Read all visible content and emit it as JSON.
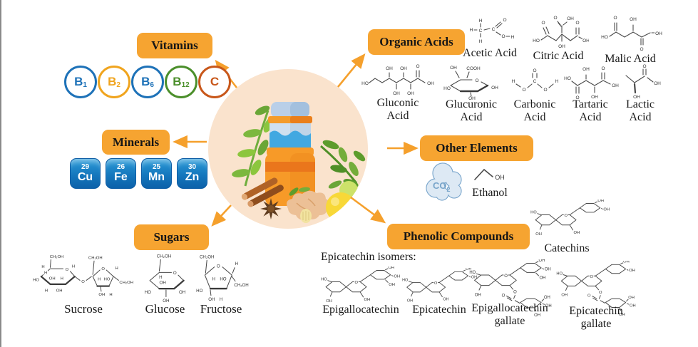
{
  "colors": {
    "category_box": "#f6a431",
    "arrow": "#f5a02c",
    "center_circle": "#fae3cd",
    "mineral_blue": "#1577bd",
    "co2_cloud_fill": "#dde9f4",
    "co2_cloud_stroke": "#7aa6cc"
  },
  "boxes": {
    "vitamins": "Vitamins",
    "minerals": "Minerals",
    "sugars": "Sugars",
    "organic_acids": "Organic Acids",
    "other_elements": "Other Elements",
    "phenolic_compounds": "Phenolic Compounds"
  },
  "vitamins": [
    {
      "symbol": "B",
      "sub": "1",
      "color": "#1e72b8"
    },
    {
      "symbol": "B",
      "sub": "2",
      "color": "#f0a41e"
    },
    {
      "symbol": "B",
      "sub": "6",
      "color": "#1e72b8"
    },
    {
      "symbol": "B",
      "sub": "12",
      "color": "#4b8f2b"
    },
    {
      "symbol": "C",
      "sub": "",
      "color": "#c8571a"
    }
  ],
  "minerals": [
    {
      "number": "29",
      "symbol": "Cu"
    },
    {
      "number": "26",
      "symbol": "Fe"
    },
    {
      "number": "25",
      "symbol": "Mn"
    },
    {
      "number": "30",
      "symbol": "Zn"
    }
  ],
  "sugars": [
    "Sucrose",
    "Glucose",
    "Fructose"
  ],
  "organic_acids_row1": [
    "Acetic Acid",
    "Citric Acid",
    "Malic Acid"
  ],
  "organic_acids_row2": [
    "Gluconic Acid",
    "Glucuronic Acid",
    "Carbonic Acid",
    "Tartaric Acid",
    "Lactic Acid"
  ],
  "other_elements": {
    "co2_main": "CO",
    "co2_sub": "2",
    "ethanol_label": "Ethanol"
  },
  "phenolics": {
    "catechins_label": "Catechins",
    "isomers_heading": "Epicatechin isomers:",
    "isomers": [
      "Epigallocatechin",
      "Epicatechin",
      "Epigallocatechin gallate",
      "Epicatechin gallate"
    ]
  },
  "atoms": {
    "oh": "OH",
    "ho": "HO",
    "o": "O",
    "h": "H",
    "c": "C",
    "cooh": "COOH",
    "ch2oh": "CH₂OH"
  }
}
